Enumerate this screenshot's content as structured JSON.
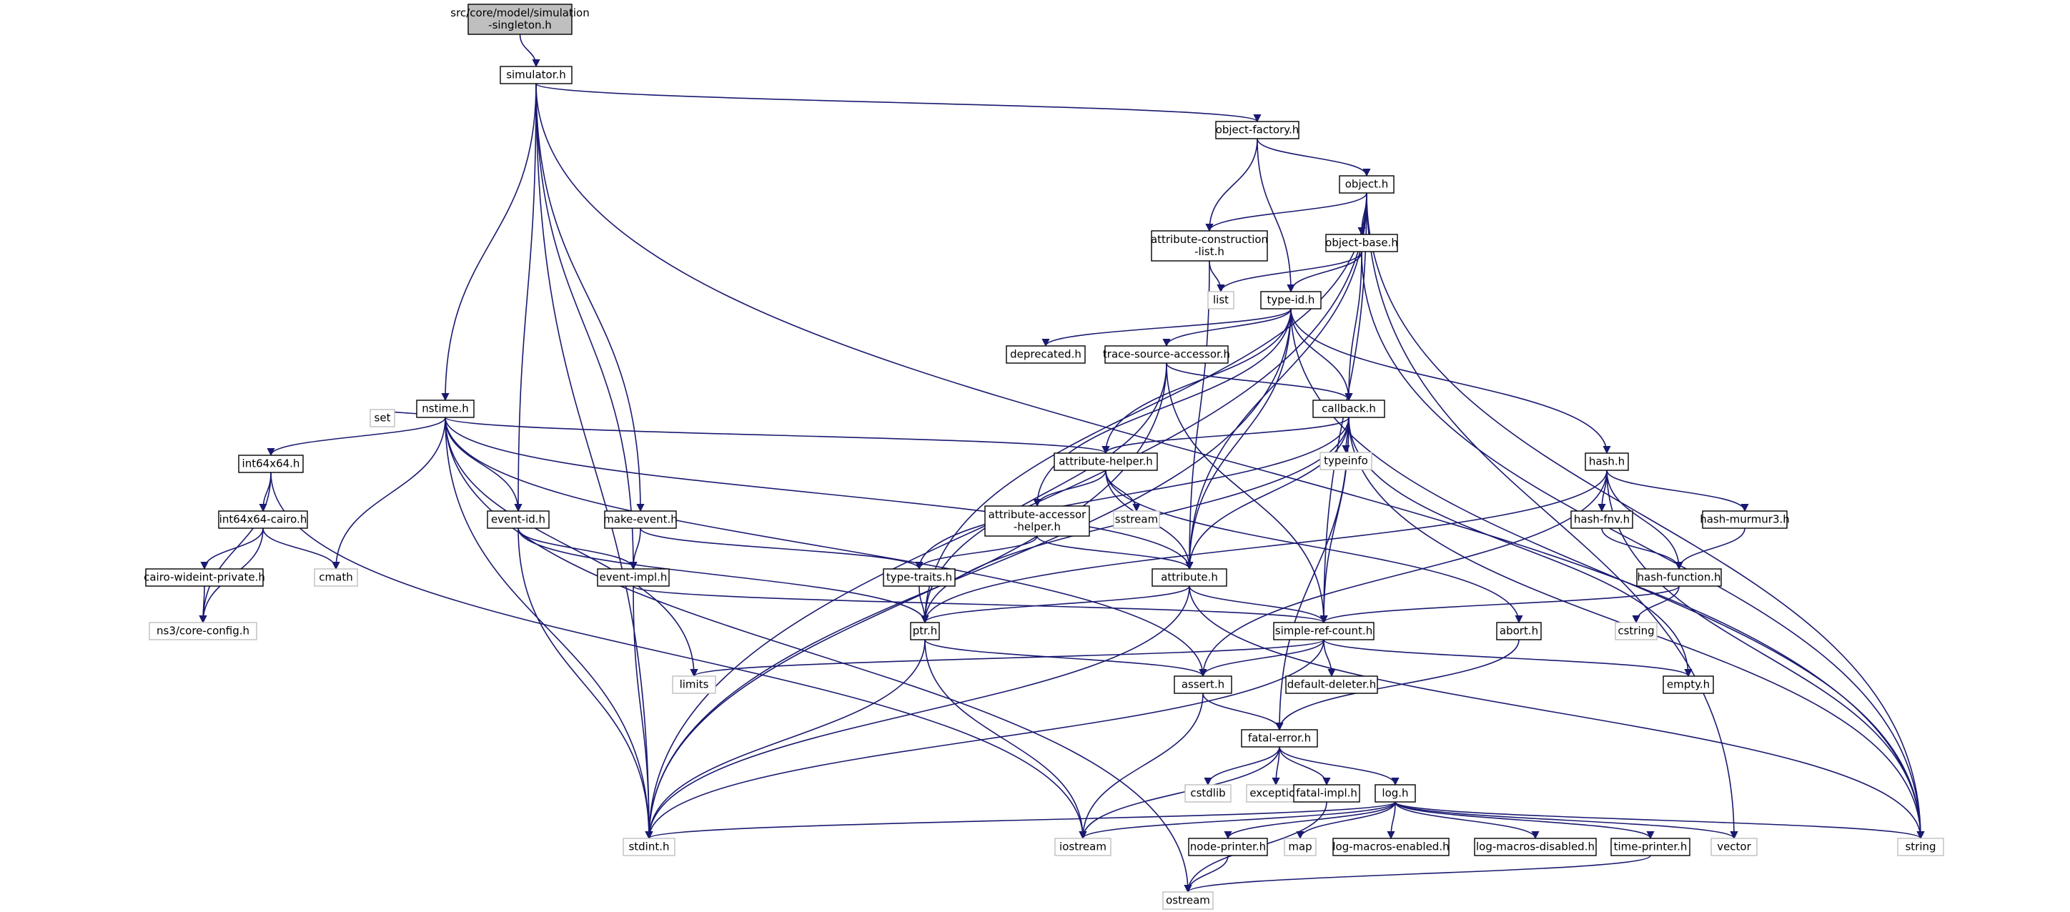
{
  "diagram": {
    "nodes": [
      {
        "id": "root",
        "lines": [
          "src/core/model/simulation",
          "-singleton.h"
        ],
        "kind": "root"
      },
      {
        "id": "simulator",
        "lines": [
          "simulator.h"
        ],
        "kind": "file"
      },
      {
        "id": "object_factory",
        "lines": [
          "object-factory.h"
        ],
        "kind": "file"
      },
      {
        "id": "object",
        "lines": [
          "object.h"
        ],
        "kind": "file"
      },
      {
        "id": "attr_construction",
        "lines": [
          "attribute-construction",
          "-list.h"
        ],
        "kind": "file"
      },
      {
        "id": "object_base",
        "lines": [
          "object-base.h"
        ],
        "kind": "file"
      },
      {
        "id": "list",
        "lines": [
          "list"
        ],
        "kind": "sys"
      },
      {
        "id": "type_id",
        "lines": [
          "type-id.h"
        ],
        "kind": "file"
      },
      {
        "id": "deprecated",
        "lines": [
          "deprecated.h"
        ],
        "kind": "file"
      },
      {
        "id": "trace_source",
        "lines": [
          "trace-source-accessor.h"
        ],
        "kind": "file"
      },
      {
        "id": "nstime",
        "lines": [
          "nstime.h"
        ],
        "kind": "file"
      },
      {
        "id": "callback",
        "lines": [
          "callback.h"
        ],
        "kind": "file"
      },
      {
        "id": "int64x64",
        "lines": [
          "int64x64.h"
        ],
        "kind": "file"
      },
      {
        "id": "set",
        "lines": [
          "set"
        ],
        "kind": "sys"
      },
      {
        "id": "attr_helper",
        "lines": [
          "attribute-helper.h"
        ],
        "kind": "file"
      },
      {
        "id": "typeinfo",
        "lines": [
          "typeinfo"
        ],
        "kind": "sys"
      },
      {
        "id": "hash",
        "lines": [
          "hash.h"
        ],
        "kind": "file"
      },
      {
        "id": "int64x64_cairo",
        "lines": [
          "int64x64-cairo.h"
        ],
        "kind": "file"
      },
      {
        "id": "event_id",
        "lines": [
          "event-id.h"
        ],
        "kind": "file"
      },
      {
        "id": "make_event",
        "lines": [
          "make-event.h"
        ],
        "kind": "file"
      },
      {
        "id": "attr_accessor",
        "lines": [
          "attribute-accessor",
          "-helper.h"
        ],
        "kind": "file"
      },
      {
        "id": "sstream",
        "lines": [
          "sstream"
        ],
        "kind": "sys"
      },
      {
        "id": "hash_fnv",
        "lines": [
          "hash-fnv.h"
        ],
        "kind": "file"
      },
      {
        "id": "hash_murmur",
        "lines": [
          "hash-murmur3.h"
        ],
        "kind": "file"
      },
      {
        "id": "cairo_wideint",
        "lines": [
          "cairo-wideint-private.h"
        ],
        "kind": "file"
      },
      {
        "id": "cmath",
        "lines": [
          "cmath"
        ],
        "kind": "sys"
      },
      {
        "id": "event_impl",
        "lines": [
          "event-impl.h"
        ],
        "kind": "file"
      },
      {
        "id": "type_traits",
        "lines": [
          "type-traits.h"
        ],
        "kind": "file"
      },
      {
        "id": "attribute",
        "lines": [
          "attribute.h"
        ],
        "kind": "file"
      },
      {
        "id": "hash_function",
        "lines": [
          "hash-function.h"
        ],
        "kind": "file"
      },
      {
        "id": "core_config",
        "lines": [
          "ns3/core-config.h"
        ],
        "kind": "sys"
      },
      {
        "id": "ptr",
        "lines": [
          "ptr.h"
        ],
        "kind": "file"
      },
      {
        "id": "simple_ref",
        "lines": [
          "simple-ref-count.h"
        ],
        "kind": "file"
      },
      {
        "id": "abort",
        "lines": [
          "abort.h"
        ],
        "kind": "file"
      },
      {
        "id": "cstring",
        "lines": [
          "cstring"
        ],
        "kind": "sys"
      },
      {
        "id": "limits",
        "lines": [
          "limits"
        ],
        "kind": "sys"
      },
      {
        "id": "assert",
        "lines": [
          "assert.h"
        ],
        "kind": "file"
      },
      {
        "id": "default_deleter",
        "lines": [
          "default-deleter.h"
        ],
        "kind": "file"
      },
      {
        "id": "empty",
        "lines": [
          "empty.h"
        ],
        "kind": "file"
      },
      {
        "id": "fatal_error",
        "lines": [
          "fatal-error.h"
        ],
        "kind": "file"
      },
      {
        "id": "cstdlib",
        "lines": [
          "cstdlib"
        ],
        "kind": "sys"
      },
      {
        "id": "exception",
        "lines": [
          "exception"
        ],
        "kind": "sys"
      },
      {
        "id": "fatal_impl",
        "lines": [
          "fatal-impl.h"
        ],
        "kind": "file"
      },
      {
        "id": "log",
        "lines": [
          "log.h"
        ],
        "kind": "file"
      },
      {
        "id": "stdint",
        "lines": [
          "stdint.h"
        ],
        "kind": "sys"
      },
      {
        "id": "iostream",
        "lines": [
          "iostream"
        ],
        "kind": "sys"
      },
      {
        "id": "node_printer",
        "lines": [
          "node-printer.h"
        ],
        "kind": "file"
      },
      {
        "id": "map",
        "lines": [
          "map"
        ],
        "kind": "sys"
      },
      {
        "id": "log_enabled",
        "lines": [
          "log-macros-enabled.h"
        ],
        "kind": "file"
      },
      {
        "id": "log_disabled",
        "lines": [
          "log-macros-disabled.h"
        ],
        "kind": "file"
      },
      {
        "id": "time_printer",
        "lines": [
          "time-printer.h"
        ],
        "kind": "file"
      },
      {
        "id": "vector",
        "lines": [
          "vector"
        ],
        "kind": "sys"
      },
      {
        "id": "string",
        "lines": [
          "string"
        ],
        "kind": "sys"
      },
      {
        "id": "ostream",
        "lines": [
          "ostream"
        ],
        "kind": "sys"
      }
    ],
    "edges": [
      [
        "root",
        "simulator"
      ],
      [
        "simulator",
        "object_factory"
      ],
      [
        "simulator",
        "nstime"
      ],
      [
        "simulator",
        "event_id"
      ],
      [
        "simulator",
        "event_impl"
      ],
      [
        "simulator",
        "make_event"
      ],
      [
        "simulator",
        "stdint"
      ],
      [
        "simulator",
        "string"
      ],
      [
        "object_factory",
        "object"
      ],
      [
        "object_factory",
        "attr_construction"
      ],
      [
        "object_factory",
        "type_id"
      ],
      [
        "object",
        "attr_construction"
      ],
      [
        "object",
        "object_base"
      ],
      [
        "object",
        "ptr"
      ],
      [
        "object",
        "attribute"
      ],
      [
        "object",
        "simple_ref"
      ],
      [
        "object",
        "stdint"
      ],
      [
        "object",
        "string"
      ],
      [
        "object",
        "vector"
      ],
      [
        "attr_construction",
        "list"
      ],
      [
        "attr_construction",
        "attribute"
      ],
      [
        "object_base",
        "list"
      ],
      [
        "object_base",
        "type_id"
      ],
      [
        "object_base",
        "callback"
      ],
      [
        "object_base",
        "string"
      ],
      [
        "type_id",
        "deprecated"
      ],
      [
        "type_id",
        "trace_source"
      ],
      [
        "type_id",
        "callback"
      ],
      [
        "type_id",
        "attr_helper"
      ],
      [
        "type_id",
        "attr_accessor"
      ],
      [
        "type_id",
        "attribute"
      ],
      [
        "type_id",
        "hash"
      ],
      [
        "type_id",
        "stdint"
      ],
      [
        "type_id",
        "string"
      ],
      [
        "trace_source",
        "callback"
      ],
      [
        "trace_source",
        "ptr"
      ],
      [
        "trace_source",
        "simple_ref"
      ],
      [
        "trace_source",
        "stdint"
      ],
      [
        "callback",
        "attr_helper"
      ],
      [
        "callback",
        "typeinfo"
      ],
      [
        "callback",
        "type_traits"
      ],
      [
        "callback",
        "attribute"
      ],
      [
        "callback",
        "ptr"
      ],
      [
        "callback",
        "simple_ref"
      ],
      [
        "callback",
        "fatal_error"
      ],
      [
        "callback",
        "empty"
      ],
      [
        "callback",
        "string"
      ],
      [
        "nstime",
        "int64x64"
      ],
      [
        "nstime",
        "set"
      ],
      [
        "nstime",
        "cmath"
      ],
      [
        "nstime",
        "attr_helper"
      ],
      [
        "nstime",
        "event_id"
      ],
      [
        "nstime",
        "attribute"
      ],
      [
        "nstime",
        "assert"
      ],
      [
        "nstime",
        "limits"
      ],
      [
        "nstime",
        "stdint"
      ],
      [
        "nstime",
        "ostream"
      ],
      [
        "int64x64",
        "int64x64_cairo"
      ],
      [
        "int64x64",
        "core_config"
      ],
      [
        "int64x64",
        "iostream"
      ],
      [
        "int64x64_cairo",
        "cairo_wideint"
      ],
      [
        "int64x64_cairo",
        "cmath"
      ],
      [
        "int64x64_cairo",
        "core_config"
      ],
      [
        "cairo_wideint",
        "core_config"
      ],
      [
        "attr_helper",
        "attr_accessor"
      ],
      [
        "attr_helper",
        "sstream"
      ],
      [
        "attr_helper",
        "attribute"
      ],
      [
        "attr_helper",
        "abort"
      ],
      [
        "attr_accessor",
        "type_traits"
      ],
      [
        "attr_accessor",
        "attribute"
      ],
      [
        "event_id",
        "event_impl"
      ],
      [
        "event_id",
        "ptr"
      ],
      [
        "event_id",
        "stdint"
      ],
      [
        "make_event",
        "event_impl"
      ],
      [
        "make_event",
        "type_traits"
      ],
      [
        "event_impl",
        "simple_ref"
      ],
      [
        "event_impl",
        "stdint"
      ],
      [
        "type_traits",
        "ptr"
      ],
      [
        "attribute",
        "ptr"
      ],
      [
        "attribute",
        "simple_ref"
      ],
      [
        "attribute",
        "stdint"
      ],
      [
        "attribute",
        "string"
      ],
      [
        "hash",
        "hash_fnv"
      ],
      [
        "hash",
        "hash_murmur"
      ],
      [
        "hash",
        "hash_function"
      ],
      [
        "hash",
        "ptr"
      ],
      [
        "hash",
        "assert"
      ],
      [
        "hash",
        "string"
      ],
      [
        "hash_fnv",
        "hash_function"
      ],
      [
        "hash_murmur",
        "hash_function"
      ],
      [
        "hash_function",
        "simple_ref"
      ],
      [
        "hash_function",
        "cstring"
      ],
      [
        "ptr",
        "assert"
      ],
      [
        "ptr",
        "iostream"
      ],
      [
        "ptr",
        "stdint"
      ],
      [
        "simple_ref",
        "assert"
      ],
      [
        "simple_ref",
        "default_deleter"
      ],
      [
        "simple_ref",
        "empty"
      ],
      [
        "simple_ref",
        "limits"
      ],
      [
        "simple_ref",
        "stdint"
      ],
      [
        "abort",
        "fatal_error"
      ],
      [
        "assert",
        "fatal_error"
      ],
      [
        "assert",
        "iostream"
      ],
      [
        "fatal_error",
        "cstdlib"
      ],
      [
        "fatal_error",
        "exception"
      ],
      [
        "fatal_error",
        "fatal_impl"
      ],
      [
        "fatal_error",
        "log"
      ],
      [
        "fatal_error",
        "iostream"
      ],
      [
        "fatal_impl",
        "ostream"
      ],
      [
        "log",
        "stdint"
      ],
      [
        "log",
        "iostream"
      ],
      [
        "log",
        "node_printer"
      ],
      [
        "log",
        "map"
      ],
      [
        "log",
        "log_enabled"
      ],
      [
        "log",
        "log_disabled"
      ],
      [
        "log",
        "time_printer"
      ],
      [
        "log",
        "vector"
      ],
      [
        "log",
        "string"
      ],
      [
        "node_printer",
        "ostream"
      ],
      [
        "time_printer",
        "ostream"
      ]
    ]
  }
}
